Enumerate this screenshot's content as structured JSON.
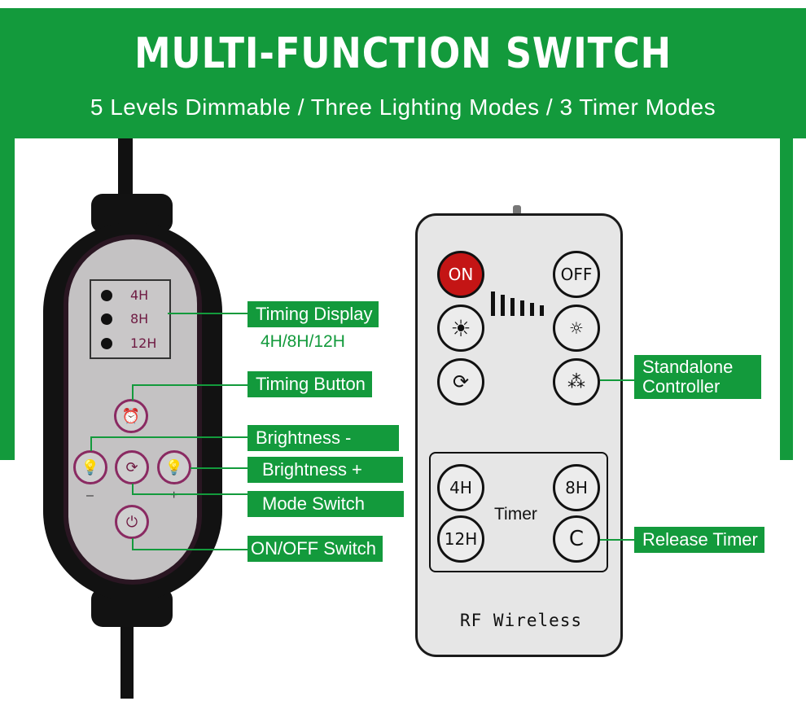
{
  "header": {
    "title": "MULTI-FUNCTION SWITCH",
    "subtitle": "5 Levels Dimmable / Three Lighting Modes / 3 Timer Modes"
  },
  "wired_controller": {
    "timer_leds": [
      "4H",
      "8H",
      "12H"
    ],
    "minus_mark": "–",
    "plus_mark": "+"
  },
  "callouts": {
    "timing_display": "Timing Display",
    "timing_display_values": "4H/8H/12H",
    "timing_button": "Timing Button",
    "brightness_minus": "Brightness -",
    "brightness_plus": "Brightness +",
    "mode_switch": "Mode Switch",
    "onoff_switch": "ON/OFF Switch",
    "standalone_controller": "Standalone Controller",
    "release_timer": "Release Timer"
  },
  "remote": {
    "on_label": "ON",
    "off_label": "OFF",
    "timer_4h": "4H",
    "timer_8h": "8H",
    "timer_12h": "12H",
    "timer_cancel": "C",
    "timer_label": "Timer",
    "footer": "RF Wireless"
  },
  "colors": {
    "brand_green": "#139a3c",
    "on_red": "#c41515",
    "accent_purple": "#8a2a62"
  }
}
